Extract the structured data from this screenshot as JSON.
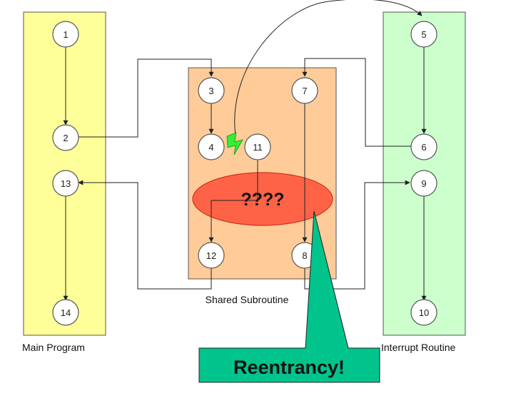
{
  "panels": {
    "main": {
      "caption": "Main Program",
      "fill": "#ffff99"
    },
    "shared": {
      "caption": "Shared Subroutine",
      "fill": "#ffcc99"
    },
    "interrupt": {
      "caption": "Interrupt Routine",
      "fill": "#ccffcc"
    }
  },
  "nodes": [
    {
      "id": "n1",
      "label": "1"
    },
    {
      "id": "n2",
      "label": "2"
    },
    {
      "id": "n13",
      "label": "13"
    },
    {
      "id": "n14",
      "label": "14"
    },
    {
      "id": "n3",
      "label": "3"
    },
    {
      "id": "n4",
      "label": "4"
    },
    {
      "id": "n11",
      "label": "11"
    },
    {
      "id": "n7",
      "label": "7"
    },
    {
      "id": "n12",
      "label": "12"
    },
    {
      "id": "n8",
      "label": "8"
    },
    {
      "id": "n5",
      "label": "5"
    },
    {
      "id": "n6",
      "label": "6"
    },
    {
      "id": "n9",
      "label": "9"
    },
    {
      "id": "n10",
      "label": "10"
    }
  ],
  "conflict": {
    "label": "????",
    "fill": "#ff6347"
  },
  "callout": {
    "label": "Reentrancy!",
    "fill": "#00c48c"
  },
  "interrupt_signal": {
    "icon": "lightning-bolt-icon",
    "fill": "#33ee33"
  }
}
